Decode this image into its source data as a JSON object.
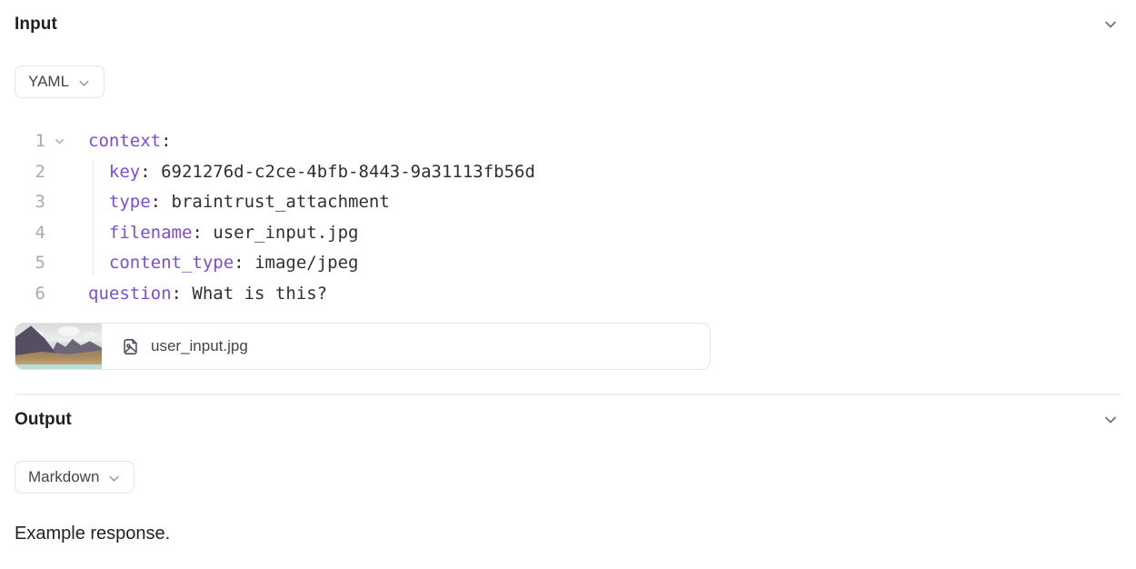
{
  "input": {
    "title": "Input",
    "collapse_icon": "chevron-down",
    "format_selector": "YAML",
    "format_selector_icon": "chevron-down",
    "code_lines": [
      {
        "n": "1",
        "fold": true,
        "parts": [
          [
            "key",
            "context"
          ],
          [
            "p",
            ":"
          ]
        ]
      },
      {
        "n": "2",
        "guide": true,
        "parts": [
          [
            "val",
            "  "
          ],
          [
            "key",
            "key"
          ],
          [
            "p",
            ":"
          ],
          [
            "val",
            " 6921276d-c2ce-4bfb-8443-9a31113fb56d"
          ]
        ]
      },
      {
        "n": "3",
        "guide": true,
        "parts": [
          [
            "val",
            "  "
          ],
          [
            "key",
            "type"
          ],
          [
            "p",
            ":"
          ],
          [
            "val",
            " braintrust_attachment"
          ]
        ]
      },
      {
        "n": "4",
        "guide": true,
        "parts": [
          [
            "val",
            "  "
          ],
          [
            "key",
            "filename"
          ],
          [
            "p",
            ":"
          ],
          [
            "val",
            " user_input.jpg"
          ]
        ]
      },
      {
        "n": "5",
        "guide": true,
        "parts": [
          [
            "val",
            "  "
          ],
          [
            "key",
            "content_type"
          ],
          [
            "p",
            ":"
          ],
          [
            "val",
            " image/jpeg"
          ]
        ]
      },
      {
        "n": "6",
        "parts": [
          [
            "key",
            "question"
          ],
          [
            "p",
            ":"
          ],
          [
            "val",
            " What is this?"
          ]
        ]
      }
    ],
    "attachment": {
      "filename": "user_input.jpg",
      "icon": "file-image",
      "thumbnail": "photo of mountains, tan foothills and a teal lake"
    }
  },
  "output": {
    "title": "Output",
    "collapse_icon": "chevron-down",
    "format_selector": "Markdown",
    "format_selector_icon": "chevron-down",
    "response": "Example response."
  },
  "colors": {
    "key_color": "#7c4dd8",
    "code_text": "#2b3039",
    "line_number": "#a6abb2",
    "chevron": "#6f747d",
    "border": "#e4e4e7",
    "divider": "#efefef",
    "heading": "#1c2127",
    "ui_text": "#3f4650",
    "thumb_sky": "#d9dadc",
    "thumb_mountain": "#564f63",
    "thumb_hill": "#a9895f",
    "thumb_lake": "#b8dedd"
  }
}
